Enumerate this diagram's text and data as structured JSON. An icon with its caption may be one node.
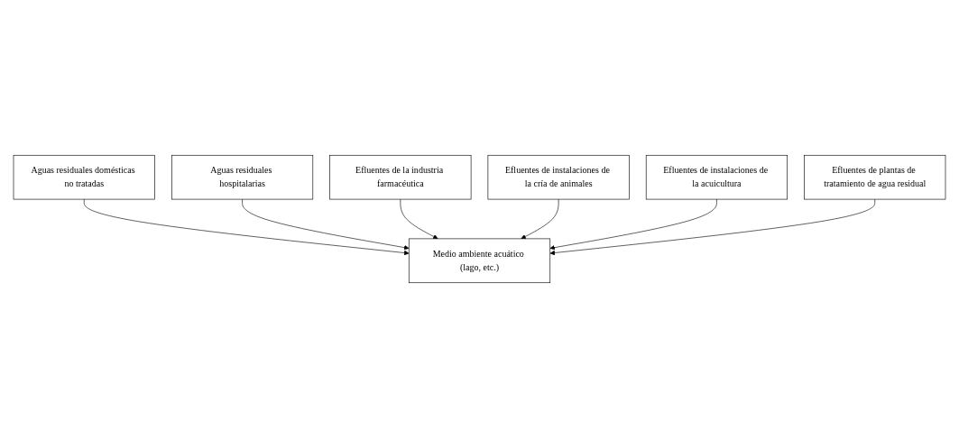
{
  "diagram": {
    "nodes": [
      {
        "text": [
          "Aguas residuales domésticas no tratadas"
        ]
      },
      {
        "text": [
          "Aguas residuales hospitalarias"
        ]
      },
      {
        "text": [
          "Efluentes de la industria farmacéutica"
        ]
      },
      {
        "text": [
          "Medio ambiente acuático (lago, etc.)"
        ]
      },
      {
        "text": [
          "Efluentes de instalaciones de la cría de animales"
        ]
      },
      {
        "text": [
          "Efluentes de instalaciones de la acuicultura"
        ]
      },
      {
        "text": [
          "Efluentes de plantas de tratamiento de agua residual"
        ]
      }
    ],
    "edges": [
      {
        "from": 0,
        "to": 3,
        "arrow": "to"
      },
      {
        "from": 1,
        "to": 3,
        "arrow": "to"
      },
      {
        "from": 2,
        "to": 3,
        "arrow": "to"
      },
      {
        "from": 4,
        "to": 3,
        "arrow": "to"
      },
      {
        "from": 5,
        "to": 3,
        "arrow": "to"
      },
      {
        "from": 6,
        "to": 3,
        "arrow": "to"
      }
    ]
  }
}
